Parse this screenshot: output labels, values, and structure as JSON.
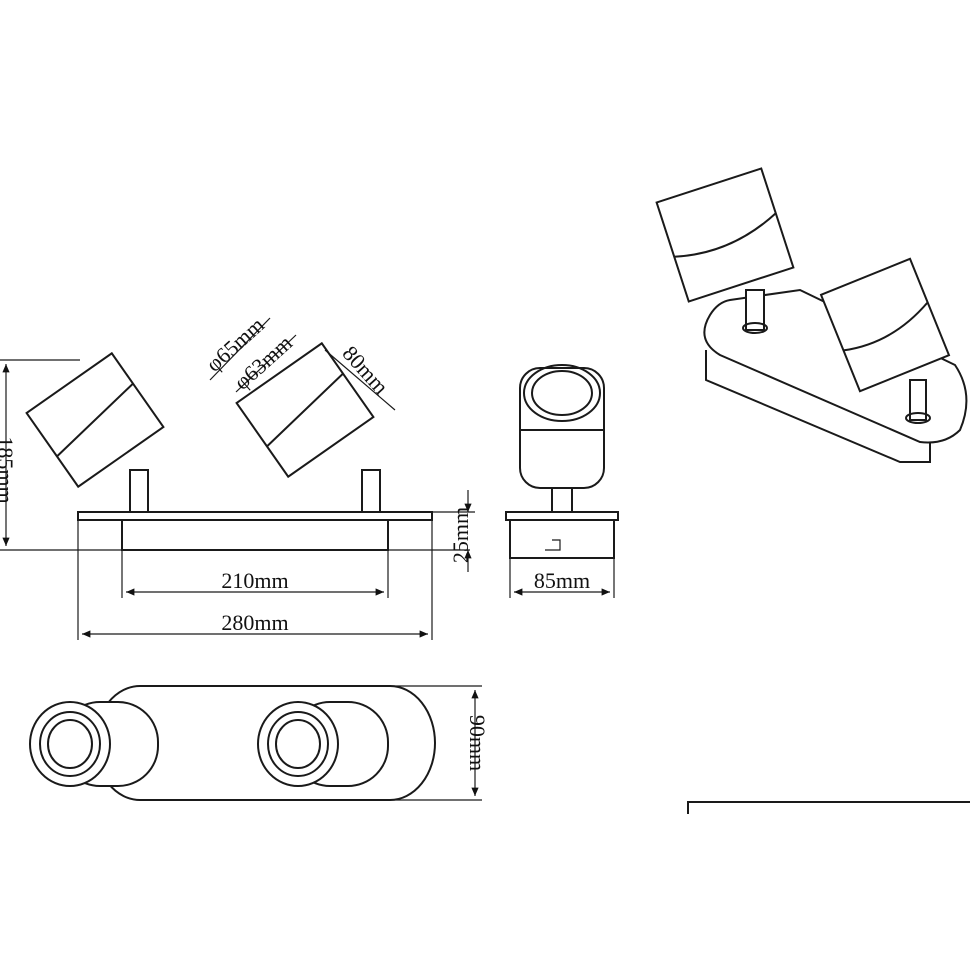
{
  "dimensions": {
    "height_overall": "185mm",
    "head_outer_diameter": "φ65mm",
    "head_inner_diameter": "φ63mm",
    "head_length": "80mm",
    "base_height": "25mm",
    "inner_width": "210mm",
    "overall_width": "280mm",
    "side_depth": "85mm",
    "top_depth": "90mm"
  },
  "colors": {
    "line": "#1a1a1a",
    "background": "#ffffff"
  }
}
